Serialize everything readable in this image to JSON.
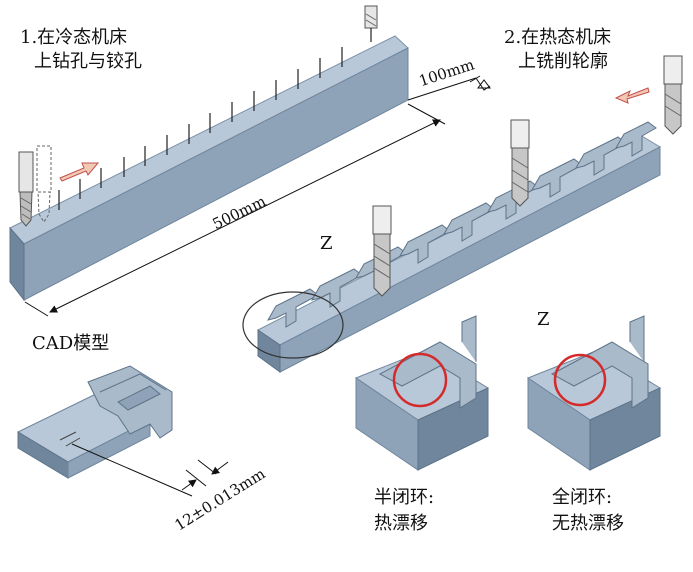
{
  "step1": {
    "line1": "1.在冷态机床",
    "line2": "上钻孔与铰孔"
  },
  "step2": {
    "line1": "2.在热态机床",
    "line2": "上铣削轮廓"
  },
  "dim_length": "500mm",
  "dim_width": "100mm",
  "axis_label_left": "Z",
  "axis_label_right": "Z",
  "cad_label": "CAD模型",
  "tolerance": "12±0.013mm",
  "semi_closed": {
    "line1": "半闭环:",
    "line2": "热漂移"
  },
  "full_closed": {
    "line1": "全闭环:",
    "line2": "无热漂移"
  },
  "colors": {
    "part_top": "#b9c8d8",
    "part_front": "#8ea3b8",
    "part_side": "#6f869d",
    "highlight_ring": "#d42a2a",
    "arrow_fill": "#f2c9b3",
    "arrow_stroke": "#c0504d"
  }
}
